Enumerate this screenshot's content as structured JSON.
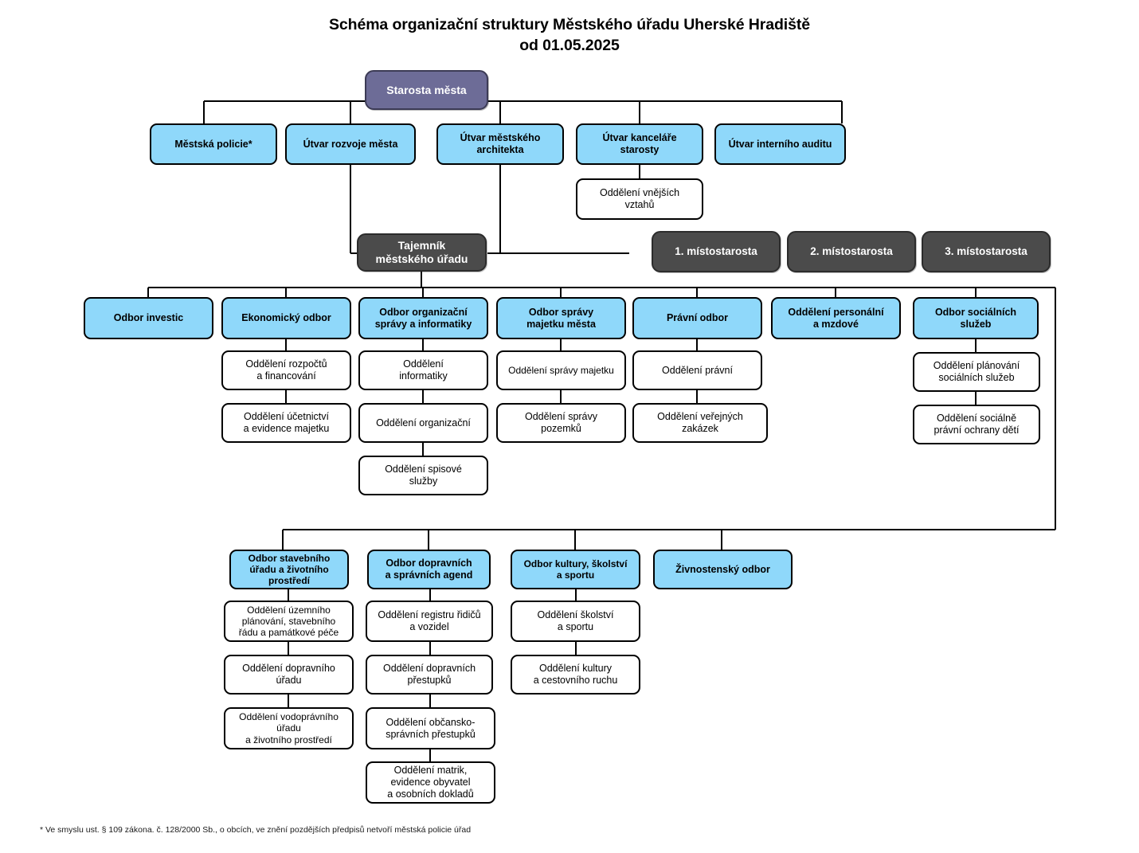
{
  "title": {
    "line1": "Schéma organizační struktury Městského úřadu Uherské Hradiště",
    "line2": "od 01.05.2025"
  },
  "top": {
    "mayor": "Starosta města",
    "secretary": "Tajemník\nměstského úřadu",
    "deputies": [
      "1. místostarosta",
      "2. místostarosta",
      "3. místostarosta"
    ],
    "mayor_units": [
      "Městská policie*",
      "Útvar rozvoje města",
      "Útvar městského\narchitekta",
      "Útvar kanceláře\nstarosty",
      "Útvar interního auditu"
    ],
    "office_sub": "Oddělení vnějších\nvztahů"
  },
  "departments_row1": [
    {
      "name": "Odbor investic",
      "sections": []
    },
    {
      "name": "Ekonomický odbor",
      "sections": [
        "Oddělení rozpočtů\na financování",
        "Oddělení účetnictví\na evidence majetku"
      ]
    },
    {
      "name": "Odbor organizační\nsprávy a informatiky",
      "sections": [
        "Oddělení\ninformatiky",
        "Oddělení organizační",
        "Oddělení  spisové\nslužby"
      ]
    },
    {
      "name": "Odbor správy\nmajetku města",
      "sections": [
        "Oddělení správy majetku",
        "Oddělení správy\npozemků"
      ]
    },
    {
      "name": "Právní odbor",
      "sections": [
        "Oddělení právní",
        "Oddělení veřejných\nzakázek"
      ]
    },
    {
      "name": "Oddělení personální\na mzdové",
      "sections": []
    },
    {
      "name": "Odbor sociálních\nslužeb",
      "sections": [
        "Oddělení plánování\nsociálních služeb",
        "Oddělení sociálně\nprávní ochrany dětí"
      ]
    }
  ],
  "departments_row2": [
    {
      "name": "Odbor stavebního\núřadu a životního\nprostředí",
      "sections": [
        "Oddělení územního\nplánování, stavebního\nřádu a památkové péče",
        "Oddělení dopravního\núřadu",
        "Oddělení vodoprávního\núřadu\na životního prostředí"
      ]
    },
    {
      "name": "Odbor dopravních\na správních agend",
      "sections": [
        "Oddělení registru řidičů\na vozidel",
        "Oddělení dopravních\npřestupků",
        "Oddělení občansko-\nsprávních přestupků",
        "Oddělení matrik,\nevidence obyvatel\na osobních dokladů"
      ]
    },
    {
      "name": "Odbor kultury, školství\na sportu",
      "sections": [
        "Oddělení školství\na sportu",
        "Oddělení kultury\na cestovního ruchu"
      ]
    },
    {
      "name": "Živnostenský odbor",
      "sections": []
    }
  ],
  "footnote": "* Ve smyslu ust. § 109 zákona. č. 128/2000 Sb., o obcích, ve znění pozdějších předpisů netvoří městská policie úřad",
  "colors": {
    "mayor_fill": "#6d6c97",
    "deputy_fill": "#4b4b4b",
    "department_fill": "#8fd8fa",
    "section_fill": "#ffffff",
    "line": "#000000"
  }
}
